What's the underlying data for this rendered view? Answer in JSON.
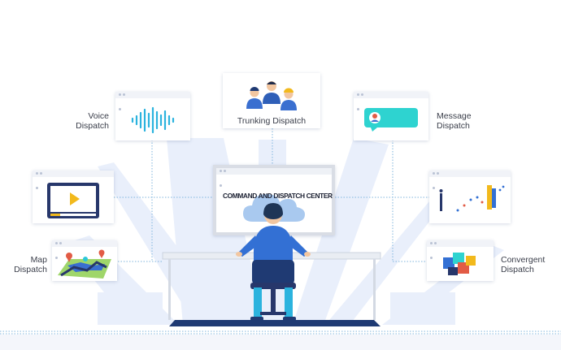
{
  "nodes": {
    "voice": {
      "label_line1": "Voice",
      "label_line2": "Dispatch",
      "icon": "sound-wave-icon"
    },
    "trunking": {
      "label": "Trunking Dispatch",
      "icon": "workers-icon"
    },
    "message": {
      "label_line1": "Message",
      "label_line2": "Dispatch",
      "icon": "chat-bubble-icon"
    },
    "video": {
      "icon": "video-player-icon"
    },
    "analytics": {
      "icon": "data-analytics-icon"
    },
    "map": {
      "label_line1": "Map",
      "label_line2": "Dispatch",
      "icon": "map-route-icon"
    },
    "convergent": {
      "label_line1": "Convergent",
      "label_line2": "Dispatch",
      "icon": "puzzle-icon"
    }
  },
  "center": {
    "title": "COMMAND AND DISPATCH CENTER",
    "icon": "cloud-icon"
  },
  "colors": {
    "primary_blue": "#3370d4",
    "dark_navy": "#1f3a73",
    "cyan": "#2bc8d8",
    "connector": "#7fb4dd",
    "beam": "#e8eefb"
  }
}
